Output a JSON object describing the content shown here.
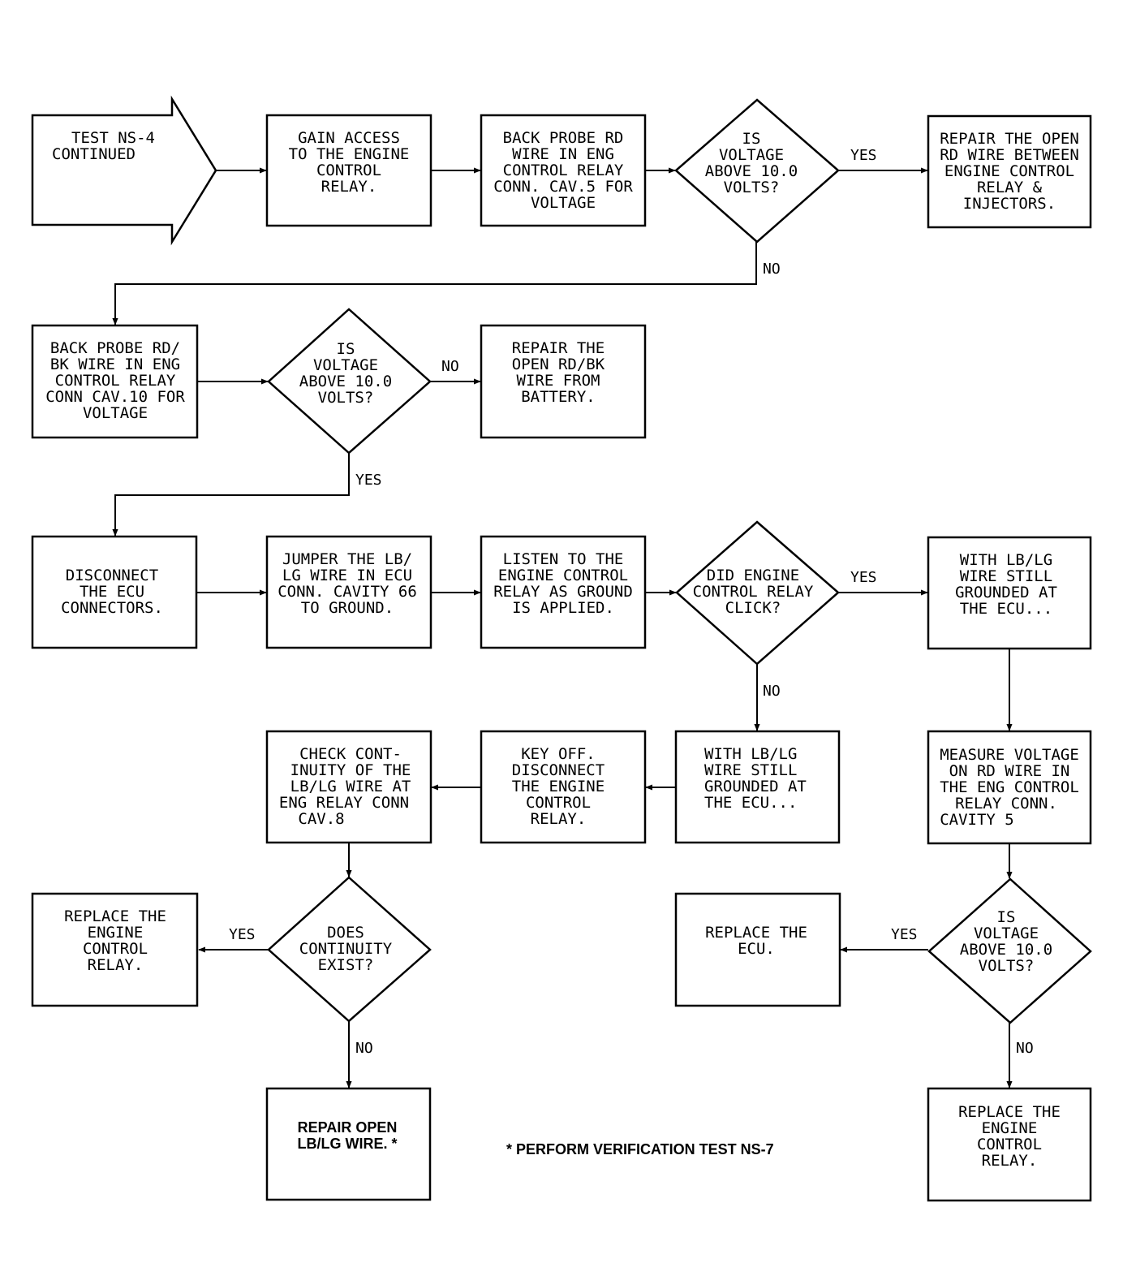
{
  "nodes": {
    "start": [
      "TEST NS-4",
      "CONTINUED"
    ],
    "gain_access": [
      "GAIN ACCESS",
      "TO THE ENGINE",
      "CONTROL",
      "RELAY."
    ],
    "back_probe_rd": [
      "BACK PROBE RD",
      "WIRE IN ENG",
      "CONTROL RELAY",
      "CONN. CAV.5 FOR",
      "VOLTAGE"
    ],
    "q_voltage_1": [
      "IS",
      "VOLTAGE",
      "ABOVE 10.0",
      "VOLTS?"
    ],
    "repair_open_rd": [
      "REPAIR THE OPEN",
      "RD WIRE BETWEEN",
      "ENGINE CONTROL",
      "RELAY &",
      "INJECTORS."
    ],
    "back_probe_rdbk": [
      "BACK PROBE RD/",
      "BK WIRE IN ENG",
      "CONTROL RELAY",
      "CONN CAV.10 FOR",
      "VOLTAGE"
    ],
    "q_voltage_2": [
      "IS",
      "VOLTAGE",
      "ABOVE 10.0",
      "VOLTS?"
    ],
    "repair_open_rdbk": [
      "REPAIR THE",
      "OPEN RD/BK",
      "WIRE FROM",
      "BATTERY."
    ],
    "disconnect_ecu": [
      "DISCONNECT",
      "THE ECU",
      "CONNECTORS."
    ],
    "jumper": [
      "JUMPER THE LB/",
      "LG WIRE IN ECU",
      "CONN. CAVITY 66",
      "TO GROUND."
    ],
    "listen": [
      "LISTEN TO THE",
      "ENGINE CONTROL",
      "RELAY AS GROUND",
      "IS APPLIED."
    ],
    "q_click": [
      "DID ENGINE",
      "CONTROL RELAY",
      "CLICK?"
    ],
    "with_lblg_right": [
      "WITH LB/LG",
      "WIRE STILL",
      "GROUNDED AT",
      "THE ECU..."
    ],
    "with_lblg_mid": [
      "WITH LB/LG",
      "WIRE STILL",
      "GROUNDED AT",
      "THE ECU..."
    ],
    "key_off": [
      "KEY OFF.",
      "DISCONNECT",
      "THE ENGINE",
      "CONTROL",
      "RELAY."
    ],
    "check_continuity": [
      "CHECK CONT-",
      "INUITY OF THE",
      "LB/LG WIRE AT",
      "ENG RELAY CONN",
      "CAV.8"
    ],
    "measure_voltage": [
      "MEASURE VOLTAGE",
      "ON RD WIRE IN",
      "THE ENG CONTROL",
      "RELAY CONN.",
      "CAVITY 5"
    ],
    "replace_relay_left": [
      "REPLACE THE",
      "ENGINE",
      "CONTROL",
      "RELAY."
    ],
    "q_continuity": [
      "DOES",
      "CONTINUITY",
      "EXIST?"
    ],
    "replace_ecu": [
      "REPLACE THE",
      "ECU."
    ],
    "q_voltage_3": [
      "IS",
      "VOLTAGE",
      "ABOVE 10.0",
      "VOLTS?"
    ],
    "repair_open_lblg": [
      "REPAIR OPEN",
      "LB/LG WIRE. *"
    ],
    "replace_relay_right": [
      "REPLACE THE",
      "ENGINE",
      "CONTROL",
      "RELAY."
    ]
  },
  "labels": {
    "yes_1": "YES",
    "no_1": "NO",
    "no_2": "NO",
    "yes_2": "YES",
    "yes_3": "YES",
    "no_3": "NO",
    "yes_4": "YES",
    "yes_5": "YES",
    "no_4": "NO",
    "no_5": "NO"
  },
  "footnote": "* PERFORM VERIFICATION TEST NS-7"
}
